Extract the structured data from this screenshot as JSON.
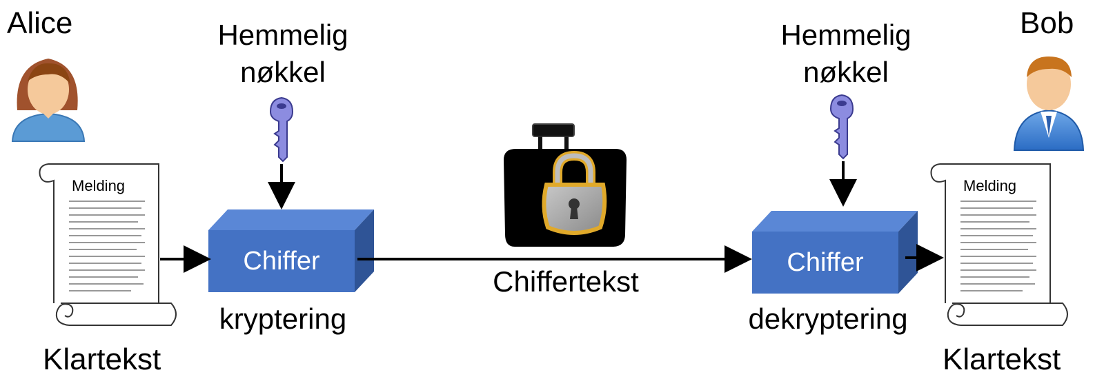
{
  "alice": {
    "name": "Alice",
    "avatar_icon": "woman-avatar-icon"
  },
  "bob": {
    "name": "Bob",
    "avatar_icon": "man-avatar-icon"
  },
  "left_key": {
    "line1": "Hemmelig",
    "line2": "nøkkel",
    "icon": "key-icon"
  },
  "right_key": {
    "line1": "Hemmelig",
    "line2": "nøkkel",
    "icon": "key-icon"
  },
  "left_document": {
    "title": "Melding",
    "caption": "Klartekst",
    "icon": "scroll-document-icon"
  },
  "right_document": {
    "title": "Melding",
    "caption": "Klartekst",
    "icon": "scroll-document-icon"
  },
  "left_cipher": {
    "label": "Chiffer",
    "caption": "kryptering"
  },
  "right_cipher": {
    "label": "Chiffer",
    "caption": "dekryptering"
  },
  "channel": {
    "label": "Chiffertekst",
    "icon": "locked-briefcase-icon"
  },
  "colors": {
    "box_front": "#4472c4",
    "box_top": "#5a87d6",
    "box_side": "#2f5496",
    "key": "#8c8ce0",
    "avatar_skin": "#f5c99b",
    "alice_hair": "#a0522d",
    "body_blue": "#5b9bd5",
    "lock_gold": "#e0a92a"
  }
}
